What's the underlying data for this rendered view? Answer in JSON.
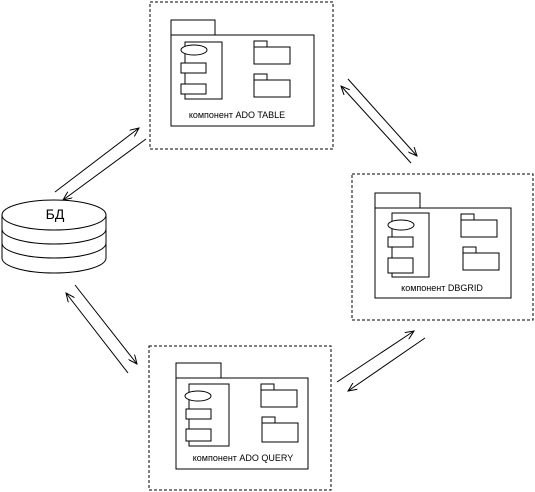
{
  "database": {
    "label": "БД"
  },
  "components": [
    {
      "id": "ado-table",
      "label": "компонент ADO TABLE"
    },
    {
      "id": "dbgrid",
      "label": "компонент DBGRID"
    },
    {
      "id": "ado-query",
      "label": "компонент ADO QUERY"
    }
  ],
  "icons": {
    "component": "uml-component-icon",
    "package": "package-icon",
    "database": "database-cylinder-icon"
  },
  "colors": {
    "stroke": "#000000",
    "background": "#ffffff"
  }
}
